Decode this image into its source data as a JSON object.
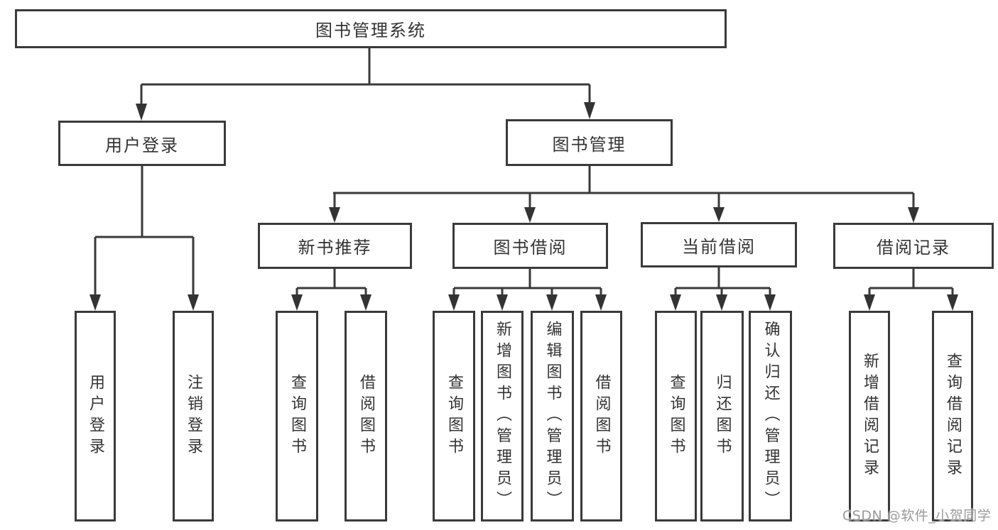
{
  "diagram": {
    "type": "hierarchy-tree",
    "title": "图书管理系统",
    "watermark": "CSDN @软件_小贺同学",
    "colors": {
      "background": "#ffffff",
      "box_border": "#3a3a3a",
      "connector_line": "#3a3a3a",
      "arrowhead": "#333333",
      "text": "#333333",
      "watermark_text": "#9a9a9a"
    },
    "root": {
      "label": "图书管理系统"
    },
    "level2": [
      {
        "label": "用户登录"
      },
      {
        "label": "图书管理"
      }
    ],
    "level3": [
      {
        "label": "新书推荐",
        "parent": "图书管理"
      },
      {
        "label": "图书借阅",
        "parent": "图书管理"
      },
      {
        "label": "当前借阅",
        "parent": "图书管理"
      },
      {
        "label": "借阅记录",
        "parent": "图书管理"
      }
    ],
    "leaves": {
      "user_login": [
        "用户登录",
        "注销登录"
      ],
      "new_book": [
        "查询图书",
        "借阅图书"
      ],
      "book_borrow": [
        "查询图书",
        "新增图书（管理员）",
        "编辑图书（管理员）",
        "借阅图书"
      ],
      "current_borrow": [
        "查询图书",
        "归还图书",
        "确认归还（管理员）"
      ],
      "borrow_record": [
        "新增借阅记录",
        "查询借阅记录"
      ]
    }
  }
}
